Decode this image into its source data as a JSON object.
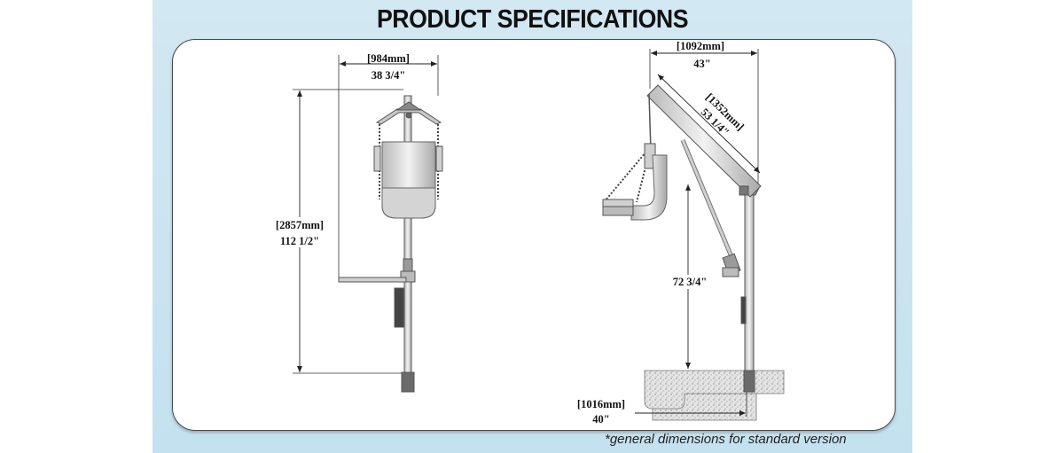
{
  "title": "PRODUCT SPECIFICATIONS",
  "front_view": {
    "width_mm": "[984mm]",
    "width_in": "38 3/4\"",
    "height_mm": "[2857mm]",
    "height_in": "112 1/2\""
  },
  "side_view": {
    "reach_mm": "[1092mm]",
    "reach_in": "43\"",
    "boom_mm": "[1352mm]",
    "boom_in": "53 1/4\"",
    "mast_height_in": "72 3/4\"",
    "base_mm": "[1016mm]",
    "base_in": "40\""
  },
  "footnote": "*general dimensions for standard version"
}
